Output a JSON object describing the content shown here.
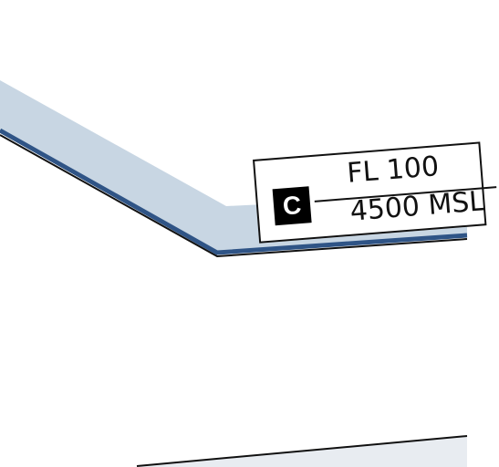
{
  "map": {
    "colors": {
      "background": "#ffffff",
      "airspace_fill": "#c8d6e3",
      "airspace_edge": "#2f5486",
      "outline": "#111111",
      "lower_band": "#e8ecf1"
    },
    "airspace_label": {
      "class": "C",
      "ceiling": "FL 100",
      "floor": "4500 MSL"
    }
  }
}
